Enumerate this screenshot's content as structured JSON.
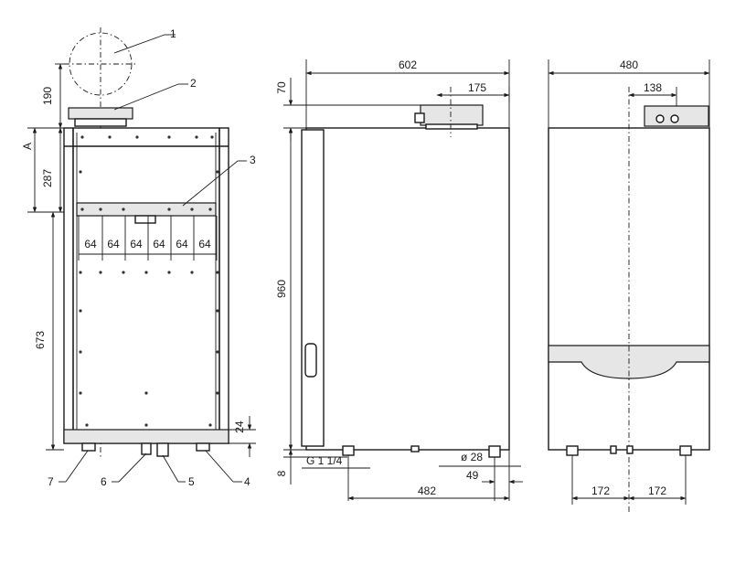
{
  "callouts": [
    "1",
    "2",
    "3",
    "4",
    "5",
    "6",
    "7"
  ],
  "front_view": {
    "dim_a": "A",
    "dim_190": "190",
    "dim_287": "287",
    "dim_673": "673",
    "dim_24": "24",
    "spacing": [
      "64",
      "64",
      "64",
      "64",
      "64",
      "64"
    ]
  },
  "side_view": {
    "dim_602": "602",
    "dim_175": "175",
    "dim_70": "70",
    "dim_960": "960",
    "dim_8": "8",
    "thread": "G 1 1/4",
    "dia": "ø 28",
    "dim_49": "49",
    "dim_482": "482"
  },
  "rear_view": {
    "dim_480": "480",
    "dim_138": "138",
    "dim_172_left": "172",
    "dim_172_right": "172"
  }
}
